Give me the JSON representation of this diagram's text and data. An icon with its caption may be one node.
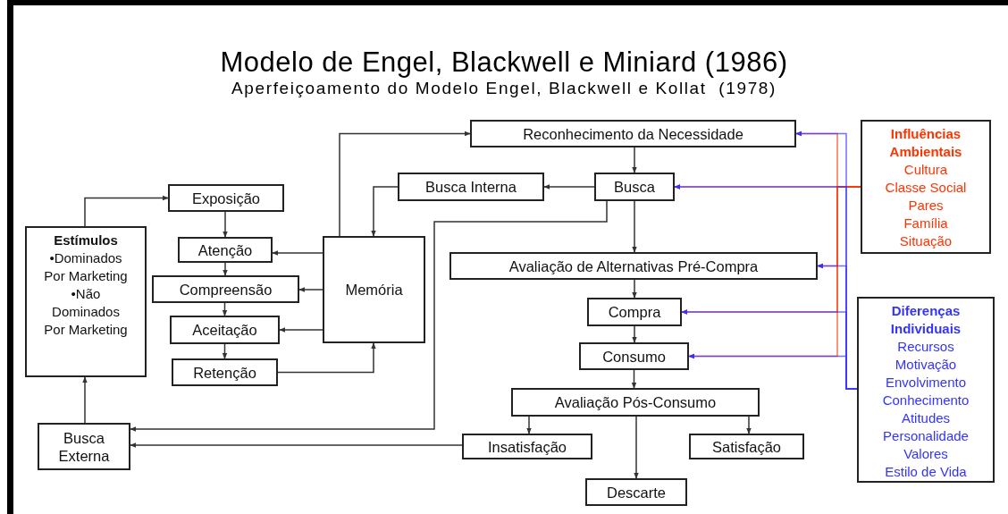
{
  "diagram": {
    "title": "Modelo de Engel, Blackwell e Miniard (1986)",
    "nodes": [
      {
        "text": [
          "Reconhecimento da Necessidade"
        ]
      },
      {
        "text": [
          "Busca Interna"
        ]
      },
      {
        "text": [
          "Busca"
        ]
      },
      {
        "text": [
          "Exposição"
        ]
      },
      {
        "text": [
          "Estímulos",
          "•Dominados Por Marketing",
          "•Não Dominados Por Marketing"
        ]
      },
      {
        "text": [
          "Atenção"
        ]
      },
      {
        "text": [
          "Memória"
        ]
      },
      {
        "text": [
          "Avaliação de Alternativas Pré-Compra"
        ]
      },
      {
        "text": [
          "Compreensão"
        ]
      },
      {
        "text": [
          "Aceitação"
        ]
      },
      {
        "text": [
          "Compra"
        ]
      },
      {
        "text": [
          "Consumo"
        ]
      },
      {
        "text": [
          "Retenção"
        ]
      },
      {
        "text": [
          "Avaliação Pós-Consumo"
        ]
      },
      {
        "text": [
          "Busca Externa"
        ]
      },
      {
        "text": [
          "Insatisfação"
        ]
      },
      {
        "text": [
          "Satisfação"
        ]
      },
      {
        "text": [
          "Descarte"
        ]
      },
      {
        "text": [
          "Influências Ambientais",
          "Cultura",
          "Classe Social",
          "Pares",
          "Família",
          "Situação"
        ]
      },
      {
        "text": [
          "Diferenças Individuais",
          "Recursos",
          "Motivação",
          "Envolvimento",
          "Conhecimento",
          "Atitudes",
          "Personalidade",
          "Valores",
          "Estilo de Vida"
        ]
      }
    ],
    "edges": [
      {
        "from": 4,
        "to": 3,
        "arrow": "to"
      },
      {
        "from": 3,
        "to": 5,
        "arrow": "to"
      },
      {
        "from": 5,
        "to": 8,
        "arrow": "to"
      },
      {
        "from": 8,
        "to": 9,
        "arrow": "to"
      },
      {
        "from": 9,
        "to": 12,
        "arrow": "to"
      },
      {
        "from": 6,
        "to": 5,
        "arrow": "to"
      },
      {
        "from": 6,
        "to": 8,
        "arrow": "to"
      },
      {
        "from": 6,
        "to": 9,
        "arrow": "to"
      },
      {
        "from": 12,
        "to": 6,
        "arrow": "to"
      },
      {
        "from": 6,
        "to": 0,
        "arrow": "to"
      },
      {
        "from": 0,
        "to": 2,
        "arrow": "to"
      },
      {
        "from": 2,
        "to": 1,
        "arrow": "to"
      },
      {
        "from": 1,
        "to": 6,
        "arrow": "to"
      },
      {
        "from": 2,
        "to": 14,
        "arrow": "to"
      },
      {
        "from": 2,
        "to": 7,
        "arrow": "to"
      },
      {
        "from": 7,
        "to": 10,
        "arrow": "to"
      },
      {
        "from": 10,
        "to": 11,
        "arrow": "to"
      },
      {
        "from": 11,
        "to": 13,
        "arrow": "to"
      },
      {
        "from": 13,
        "to": 15,
        "arrow": "to"
      },
      {
        "from": 13,
        "to": 16,
        "arrow": "to"
      },
      {
        "from": 13,
        "to": 17,
        "arrow": "to"
      },
      {
        "from": 15,
        "to": 14,
        "arrow": "to"
      },
      {
        "from": 14,
        "to": 4,
        "arrow": "to"
      },
      {
        "from": 18,
        "to": 0,
        "arrow": "to",
        "color": "#ff3300"
      },
      {
        "from": 18,
        "to": 2,
        "arrow": "to",
        "color": "#ff3300"
      },
      {
        "from": 18,
        "to": 7,
        "arrow": "to",
        "color": "#ff3300"
      },
      {
        "from": 18,
        "to": 10,
        "arrow": "to",
        "color": "#ff3300"
      },
      {
        "from": 18,
        "to": 11,
        "arrow": "to",
        "color": "#ff3300"
      },
      {
        "from": 19,
        "to": 0,
        "arrow": "to",
        "color": "#3333ff"
      },
      {
        "from": 19,
        "to": 2,
        "arrow": "to",
        "color": "#3333ff"
      },
      {
        "from": 19,
        "to": 7,
        "arrow": "to",
        "color": "#3333ff"
      },
      {
        "from": 19,
        "to": 10,
        "arrow": "to",
        "color": "#3333ff"
      },
      {
        "from": 19,
        "to": 11,
        "arrow": "to",
        "color": "#3333ff"
      }
    ],
    "labels": [
      "Aperfeiçoamento do Modelo Engel, Blackwell e Kollat  (1978)"
    ]
  }
}
